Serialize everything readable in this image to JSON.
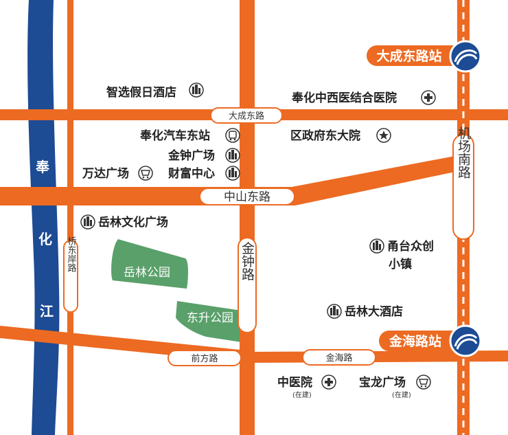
{
  "colors": {
    "road": "#ec6a22",
    "river": "#1d4b94",
    "park": "#5aa06a",
    "metro_line": "#ffffff",
    "text": "#222222"
  },
  "river": {
    "name_chars": [
      "奉",
      "化",
      "江"
    ]
  },
  "roads": {
    "dacheng_east": "大成东路",
    "zhongshan_east": "中山东路",
    "jinzhong": "金钟路",
    "qiaodongan": "桥东岸路",
    "jichang_south": "机场南路",
    "qianfang": "前方路",
    "jinhai": "金海路"
  },
  "stations": {
    "dacheng_east": "大成东路站",
    "jinhai": "金海路站"
  },
  "parks": {
    "yuelin": "岳林公园",
    "dongsheng": "东升公园"
  },
  "pois": {
    "zhixuan_hotel": {
      "name": "智选假日酒店",
      "icon": "building-icon"
    },
    "tcm_hospital": {
      "name": "奉化中西医结合医院",
      "icon": "hospital-icon"
    },
    "bus_station": {
      "name": "奉化汽车东站",
      "icon": "bus-icon"
    },
    "district_gov": {
      "name": "区政府东大院",
      "icon": "star-icon"
    },
    "jinzhong_plaza": {
      "name": "金钟广场",
      "icon": "building-icon"
    },
    "wanda_plaza": {
      "name": "万达广场",
      "icon": "shopping-icon"
    },
    "wealth_center": {
      "name": "财富中心",
      "icon": "building-icon"
    },
    "yuelin_culture": {
      "name": "岳林文化广场",
      "icon": "building-icon"
    },
    "yongtai_town_1": {
      "name": "甬台众创",
      "icon": "building-icon"
    },
    "yongtai_town_2": {
      "name": "小镇"
    },
    "yuelin_hotel": {
      "name": "岳林大酒店",
      "icon": "building-icon"
    },
    "tcm_new": {
      "name": "中医院",
      "note": "(在建)",
      "icon": "hospital-icon"
    },
    "baolong_plaza": {
      "name": "宝龙广场",
      "note": "(在建)",
      "icon": "shopping-icon"
    }
  }
}
